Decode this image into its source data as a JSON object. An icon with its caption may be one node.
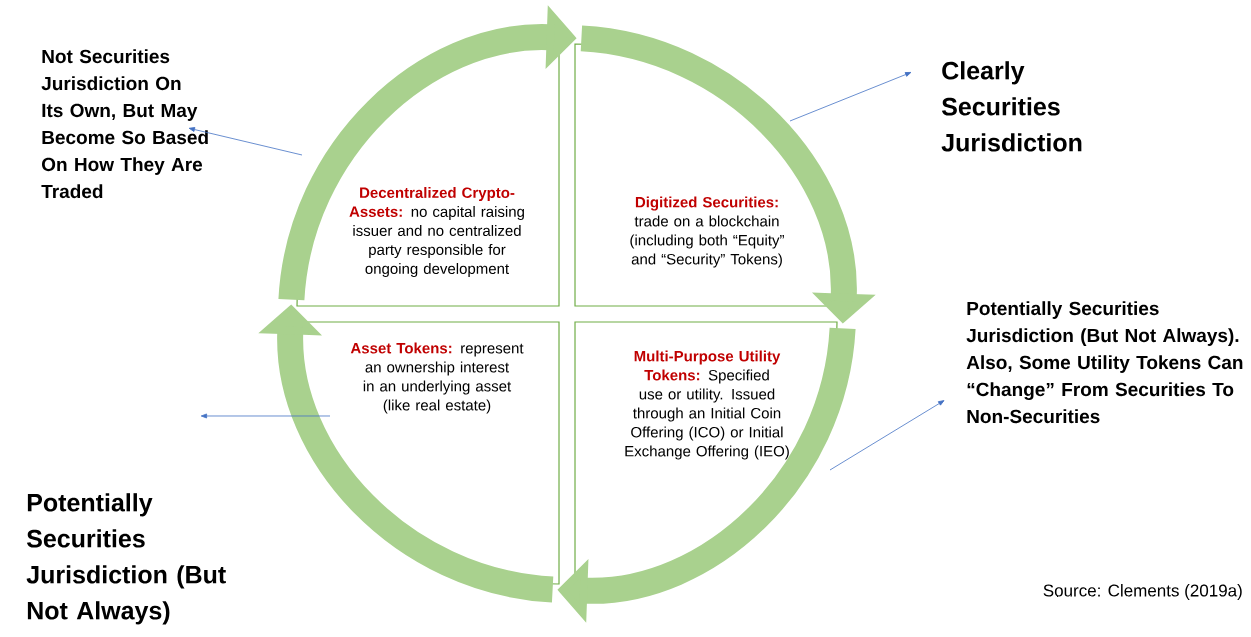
{
  "diagram": {
    "nodes": [
      {
        "text": [
          "Decentralized Crypto-Assets:",
          "no capital raising issuer and no centralized party responsible for ongoing development"
        ]
      },
      {
        "text": [
          "Digitized Securities:",
          "trade on a blockchain (including both “Equity” and “Security” Tokens)"
        ]
      },
      {
        "text": [
          "Multi-Purpose Utility Tokens:",
          "Specified use or utility. Issued through an Initial Coin Offering (ICO) or Initial Exchange Offering (IEO)"
        ]
      },
      {
        "text": [
          "Asset Tokens:",
          "represent an ownership interest in an underlying asset (like real estate)"
        ]
      },
      {
        "text": [
          "Not Securities Jurisdiction On Its Own, But May Become So Based On How They Are Traded"
        ]
      },
      {
        "text": [
          "Clearly Securities Jurisdiction"
        ]
      },
      {
        "text": [
          "Potentially Securities Jurisdiction (But Not Always). Also, Some Utility Tokens Can “Change” From Securities To Non-Securities"
        ]
      },
      {
        "text": [
          "Potentially Securities Jurisdiction (But Not Always)"
        ]
      }
    ],
    "edges": [
      {
        "from": 0,
        "to": 1,
        "arrow": "to",
        "style": "thick",
        "color": "#a9d18e"
      },
      {
        "from": 1,
        "to": 2,
        "arrow": "to",
        "style": "thick",
        "color": "#a9d18e"
      },
      {
        "from": 2,
        "to": 3,
        "arrow": "to",
        "style": "thick",
        "color": "#a9d18e"
      },
      {
        "from": 3,
        "to": 0,
        "arrow": "to",
        "style": "thick",
        "color": "#a9d18e"
      },
      {
        "from": 0,
        "to": 4,
        "arrow": "to",
        "color": "#4472c4"
      },
      {
        "from": 1,
        "to": 5,
        "arrow": "to",
        "color": "#4472c4"
      },
      {
        "from": 2,
        "to": 6,
        "arrow": "to",
        "color": "#4472c4"
      },
      {
        "from": 3,
        "to": 7,
        "arrow": "to",
        "color": "#4472c4"
      }
    ],
    "labels": [
      "Source: Clements (2019a)"
    ]
  }
}
